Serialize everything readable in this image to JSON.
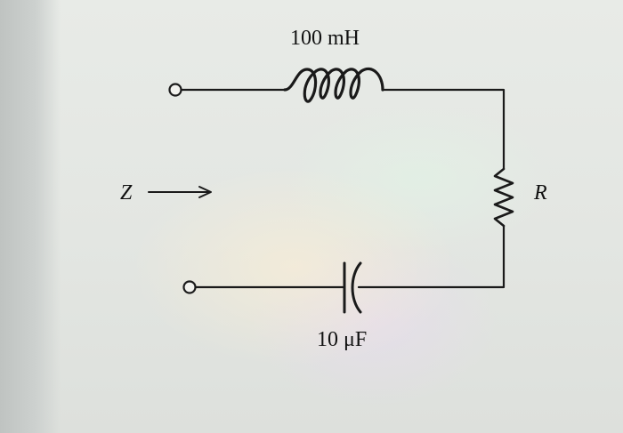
{
  "diagram": {
    "inductor_label": "100 mH",
    "resistor_label": "R",
    "capacitor_label": "10 μF",
    "impedance_label": "Z"
  },
  "colors": {
    "wire": "#1a1a1a",
    "text": "#111111"
  }
}
